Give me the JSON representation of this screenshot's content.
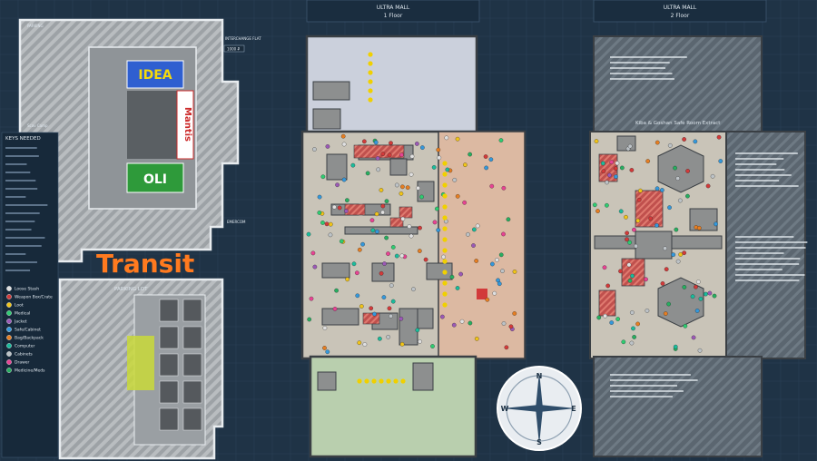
{
  "map": {
    "transit_label": "Transit",
    "brands": {
      "idea": "IDEA",
      "oli": "OLI",
      "mantis": "Mantis"
    },
    "floors": [
      {
        "title": "ULTRA MALL",
        "subtitle": "1 Floor"
      },
      {
        "title": "ULTRA MALL",
        "subtitle": "2 Floor"
      }
    ],
    "left_labels": {
      "parking_lot": "PARKING LOT",
      "interchange_flat": "INTERCHANGE FLAT",
      "cost": "1000 ₽",
      "emercom": "EMERCOM",
      "scav_camp": "Scav Camp",
      "keys_header": "KEYS NEEDED"
    },
    "floor2_label": "Kiba & Goshan Safe Room Extract",
    "legend": [
      {
        "label": "Loose Stash",
        "color": "#e0e0e0"
      },
      {
        "label": "Weapon Box/Crate",
        "color": "#d23a3a"
      },
      {
        "label": "Loot",
        "color": "#f0c419"
      },
      {
        "label": "Medical",
        "color": "#2ecc71"
      },
      {
        "label": "Jacket",
        "color": "#9b59b6"
      },
      {
        "label": "Safe/Cabinet",
        "color": "#3498db"
      },
      {
        "label": "Bag/Backpack",
        "color": "#e67e22"
      },
      {
        "label": "Computer",
        "color": "#1abc9c"
      },
      {
        "label": "Cabinets",
        "color": "#bdc3c7"
      },
      {
        "label": "Drawer",
        "color": "#e84393"
      },
      {
        "label": "Medicine/Meds",
        "color": "#27ae60"
      }
    ],
    "compass": {
      "n": "N",
      "s": "S",
      "e": "E",
      "w": "W"
    },
    "colors": {
      "background": "#1f3346",
      "floor": "#c9c4b8",
      "accent_orange": "#ff7a1f",
      "loot_yellow": "#f0d000",
      "wall": "#3a3f44"
    }
  }
}
